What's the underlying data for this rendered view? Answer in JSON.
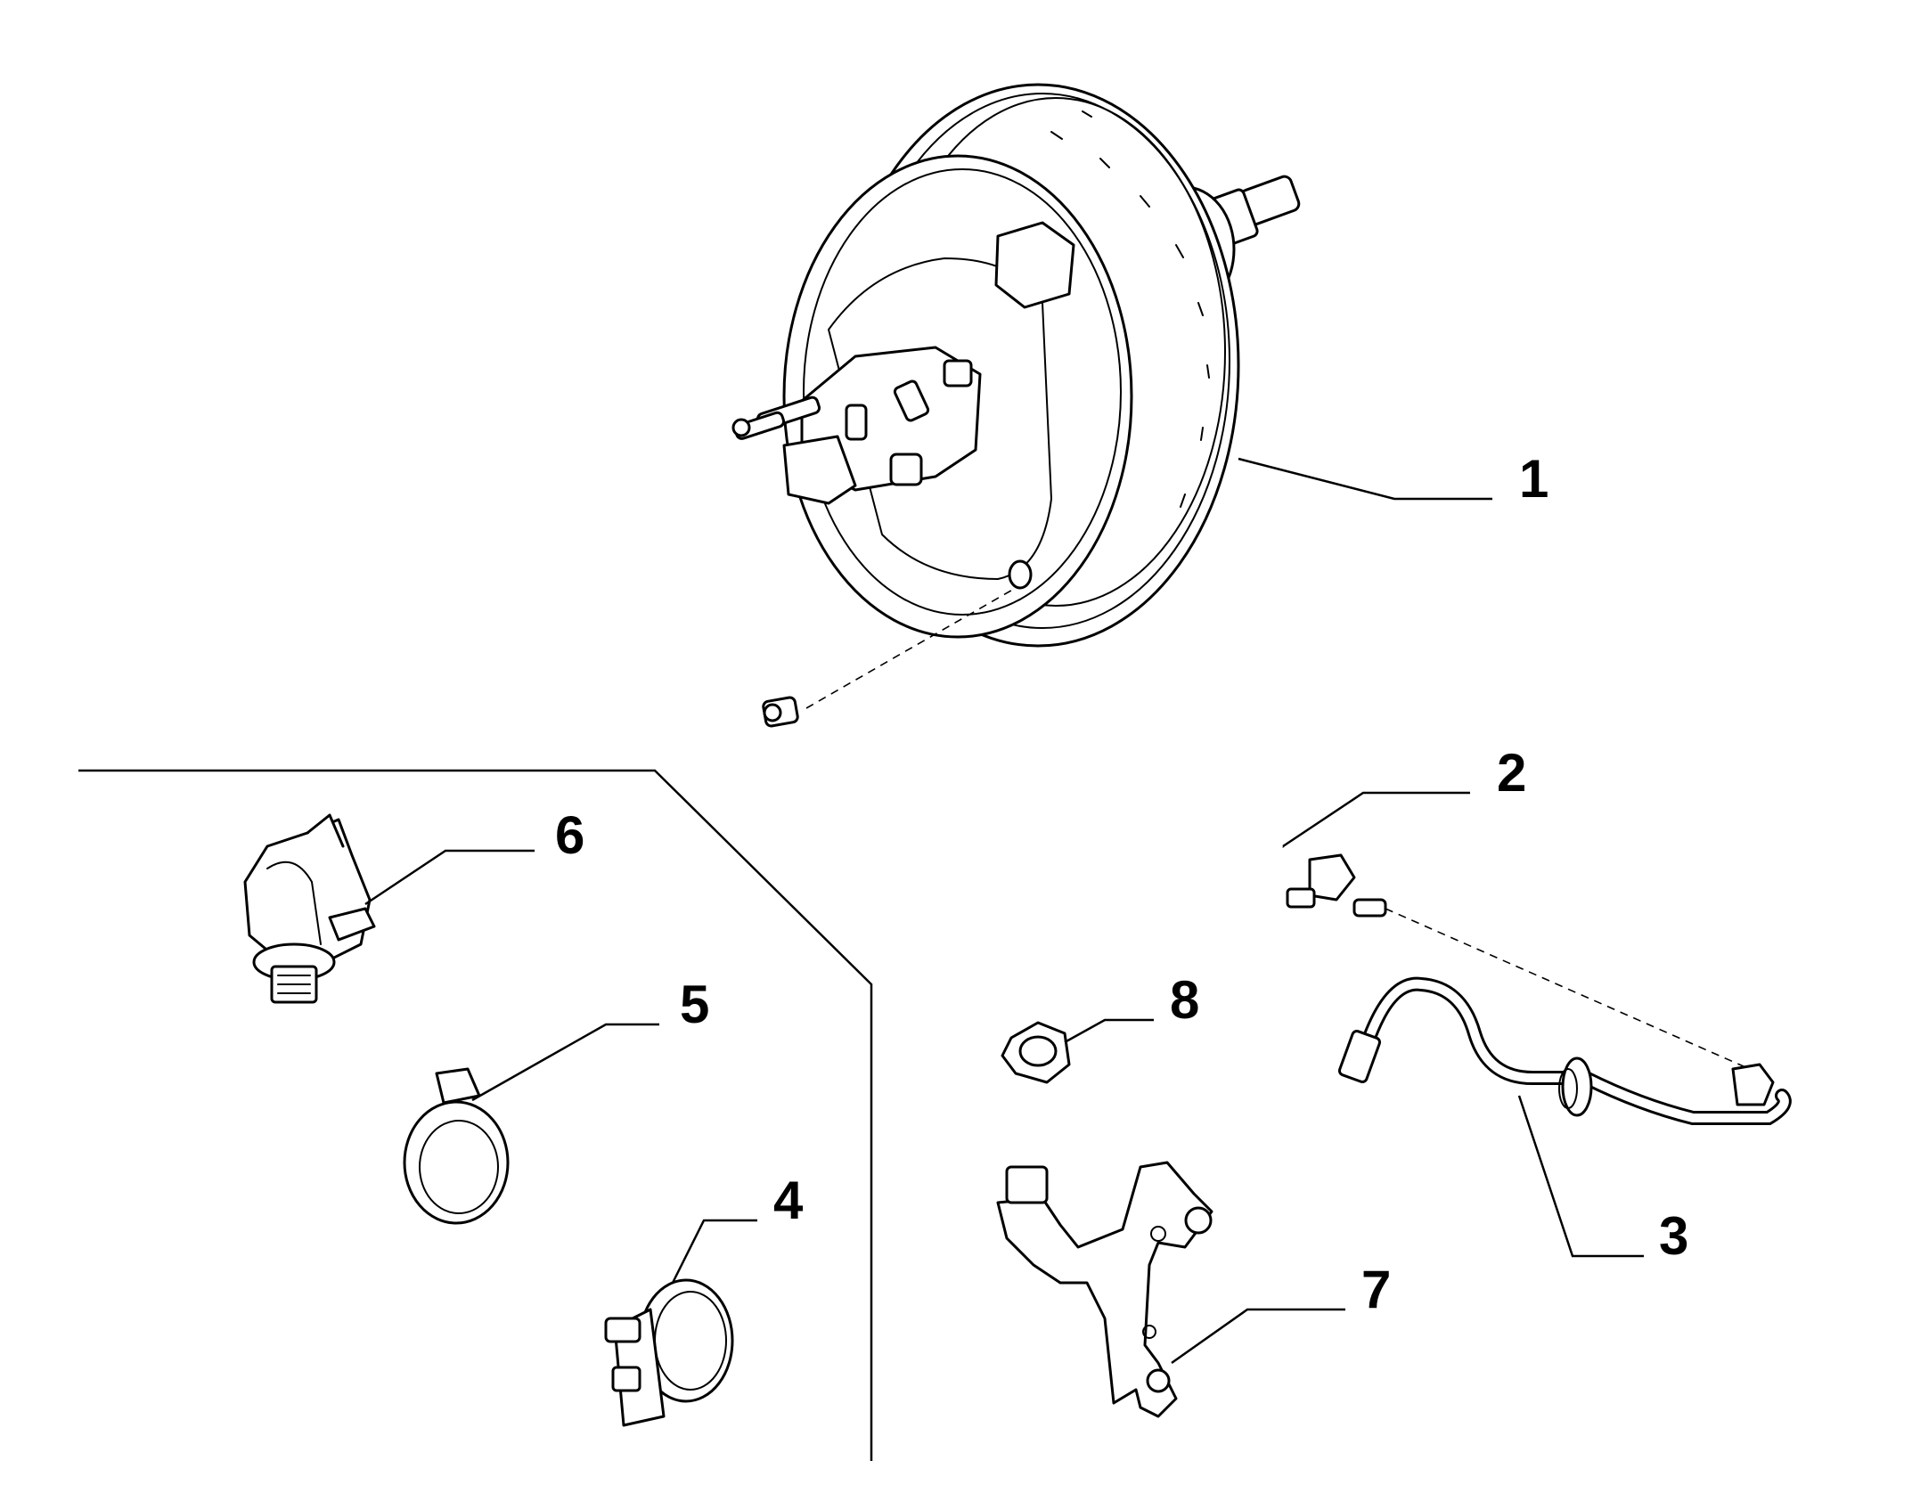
{
  "callouts": {
    "p1": "1",
    "p2": "2",
    "p3": "3",
    "p4": "4",
    "p5": "5",
    "p6": "6",
    "p7": "7",
    "p8": "8"
  },
  "colors": {
    "line": "#000000",
    "background": "#ffffff"
  },
  "parts": [
    {
      "number": "1",
      "icon": "brake-booster-icon"
    },
    {
      "number": "2",
      "icon": "vacuum-pipe-icon"
    },
    {
      "number": "3",
      "icon": "vacuum-hose-icon"
    },
    {
      "number": "4",
      "icon": "hose-clamp-icon"
    },
    {
      "number": "5",
      "icon": "ring-clamp-icon"
    },
    {
      "number": "6",
      "icon": "check-valve-icon"
    },
    {
      "number": "7",
      "icon": "bracket-icon"
    },
    {
      "number": "8",
      "icon": "nut-icon"
    }
  ]
}
